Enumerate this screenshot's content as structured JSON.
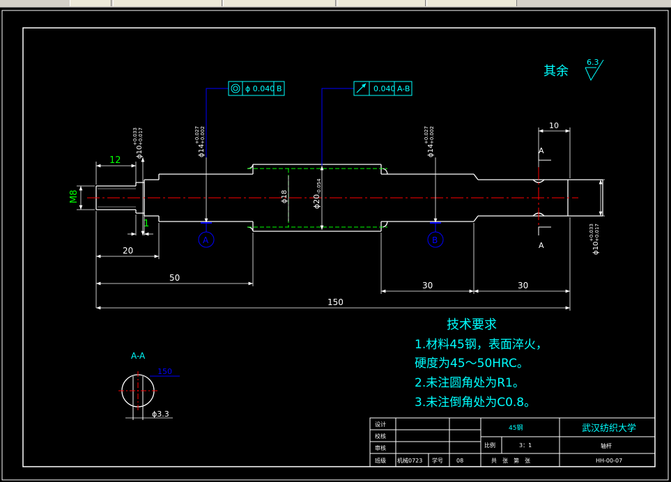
{
  "tabs": [
    "",
    "",
    "",
    ""
  ],
  "colors": {
    "background": "#000000",
    "outline": "#ffffff",
    "center": "#ff0000",
    "dimension": "#ffffff",
    "tolerance": "#00ffff",
    "leader": "#0000ff",
    "hidden": "#00ff00",
    "datum": "#0000ff"
  },
  "roughness": {
    "label": "其余",
    "value": "6.3"
  },
  "fcf1": {
    "symbol": "concentricity-icon",
    "value": "ϕ 0.040",
    "datum": "B"
  },
  "fcf2": {
    "symbol": "runout-icon",
    "value": "0.040",
    "datum": "A-B"
  },
  "datums": {
    "a": "A",
    "b": "B"
  },
  "section_marks": {
    "top": "A",
    "bottom": "A"
  },
  "dims": {
    "len12": "12",
    "thread": "M8",
    "dia10_left": "ϕ10",
    "dia10_left_tol_upper": "+0.033",
    "dia10_left_tol_lower": "+0.017",
    "dia14_left": "ϕ14",
    "dia14_left_tol_upper": "+0.027",
    "dia14_left_tol_lower": "+0.002",
    "dia18": "ϕ18",
    "dia20": "ϕ20",
    "dia20_tol": "-0.054",
    "dia14_right": "ϕ14",
    "dia14_right_tol_upper": "+0.027",
    "dia14_right_tol_lower": "+0.002",
    "dia10_right": "ϕ10",
    "dia10_right_tol_upper": "+0.033",
    "dia10_right_tol_lower": "+0.017",
    "len10": "10",
    "len1": "1",
    "len20": "20",
    "len50": "50",
    "len30a": "30",
    "len30b": "30",
    "len150": "150"
  },
  "section": {
    "title": "A-A",
    "angle": "150",
    "hole": "ϕ3.3"
  },
  "tech": {
    "title": "技术要求",
    "line1": "1.材料45钢，表面淬火，",
    "line2": "硬度为45～50HRC。",
    "line3": "2.未注圆角处为R1。",
    "line4": "3.未注倒角处为C0.8。"
  },
  "titleblock": {
    "design": "设计",
    "check": "校核",
    "review": "审核",
    "class": "班级",
    "class_val": "机械0723",
    "student_no": "学号",
    "student_val": "08",
    "material": "45钢",
    "scale_label": "比例",
    "scale_val": "3：1",
    "sheets": "共　张　第　张",
    "school": "武汉纺织大学",
    "part": "轴杆",
    "code": "HH-00-07"
  }
}
